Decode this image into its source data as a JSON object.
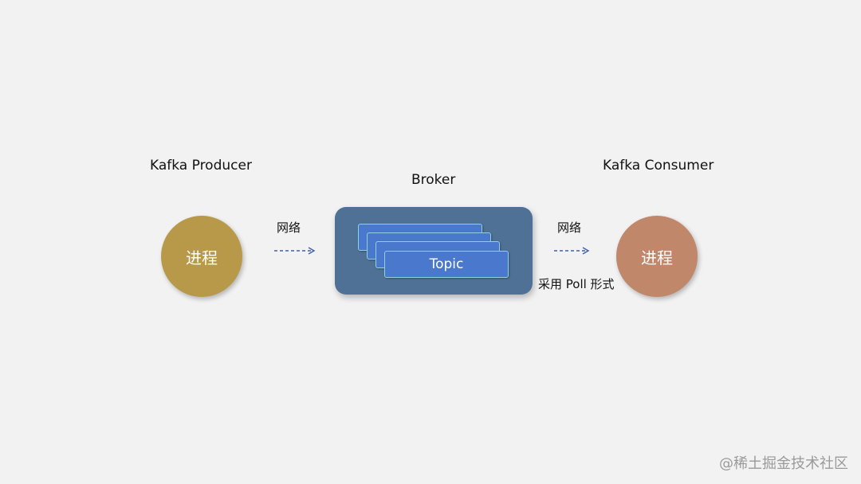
{
  "producer": {
    "title": "Kafka Producer",
    "process_label": "进程",
    "color": "#b8994a"
  },
  "broker": {
    "title": "Broker",
    "topic_label": "Topic",
    "color": "#4f7196",
    "topic_color": "#4a78cc"
  },
  "consumer": {
    "title": "Kafka Consumer",
    "process_label": "进程",
    "color": "#c0876a"
  },
  "links": {
    "producer_network": "网络",
    "consumer_network": "网络",
    "consumer_mode": "采用 Poll 形式"
  },
  "arrow_color": "#3f5fa8",
  "watermark": "@稀土掘金技术社区"
}
